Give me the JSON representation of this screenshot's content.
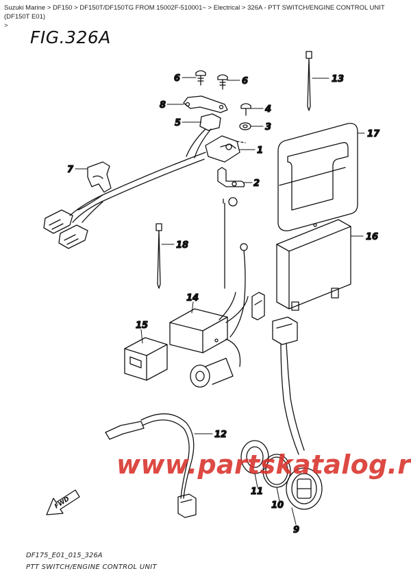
{
  "breadcrumb": {
    "items": [
      "Suzuki Marine",
      "DF150",
      "DF150T/DF150TG FROM 15002F-510001~",
      "Electrical",
      "326A - PTT SWITCH/ENGINE CONTROL UNIT (DF150T E01)"
    ],
    "separator": " > ",
    "trailing": ">"
  },
  "figure": {
    "title": "FIG.326A",
    "code": "DF175_E01_015_326A",
    "caption": "PTT SWITCH/ENGINE CONTROL UNIT",
    "fwd_label": "FWD"
  },
  "watermark": "www.partskatalog.ru",
  "callouts": {
    "c1": "1",
    "c2": "2",
    "c3": "3",
    "c4": "4",
    "c5": "5",
    "c6a": "6",
    "c6b": "6",
    "c7": "7",
    "c8": "8",
    "c9": "9",
    "c10": "10",
    "c11": "11",
    "c12": "12",
    "c13": "13",
    "c14": "14",
    "c15": "15",
    "c16": "16",
    "c17": "17",
    "c18": "18"
  },
  "colors": {
    "line": "#111111",
    "watermark": "#d9302a",
    "background": "#ffffff"
  }
}
